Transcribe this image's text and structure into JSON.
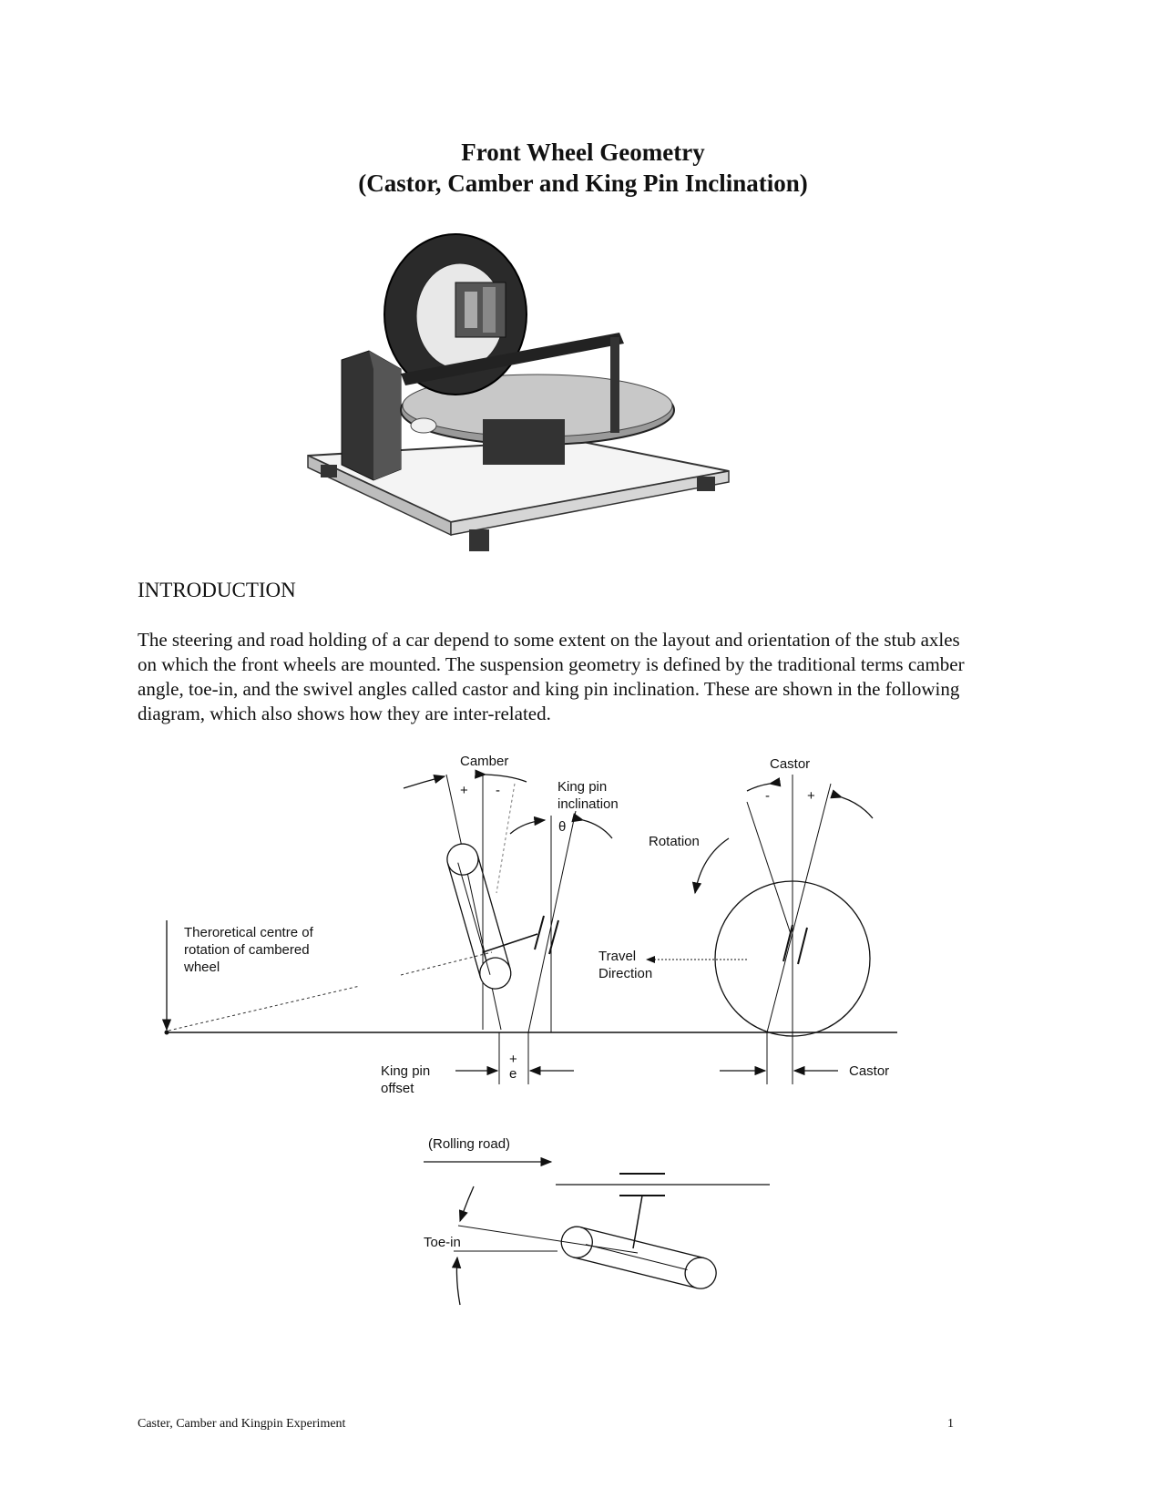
{
  "document": {
    "title_line1": "Front Wheel Geometry",
    "title_line2": "(Castor, Camber and King Pin Inclination)",
    "section_heading": "INTRODUCTION",
    "paragraph_lines": [
      "The steering and road holding of a car depend to some extent on the layout and orientation of the stub axles",
      "on which the front wheels are mounted. The suspension geometry is defined by the traditional terms camber",
      "angle, toe-in, and the swivel angles called castor and king pin inclination. These are shown in the following",
      "diagram, which also shows how they are inter-related."
    ],
    "footer_title": "Caster, Camber and Kingpin Experiment",
    "page_number": "1"
  },
  "diagram": {
    "camber_label": "Camber",
    "camber_plus": "+",
    "camber_minus": "-",
    "kingpin_inclination_line1": "King pin",
    "kingpin_inclination_line2": "inclination",
    "theta": "θ",
    "castor_top_label": "Castor",
    "castor_minus": "-",
    "castor_plus": "+",
    "rotation_label": "Rotation",
    "theoretical_line1": "Theroretical centre of",
    "theoretical_line2": "rotation of cambered",
    "theoretical_line3": "wheel",
    "travel_line1": "Travel",
    "travel_line2": "Direction",
    "kingpin_offset_line1": "King pin",
    "kingpin_offset_line2": "offset",
    "offset_plus": "+",
    "offset_e": "e",
    "castor_bottom_label": "Castor",
    "rolling_road": "(Rolling road)",
    "toe_in": "Toe-in"
  }
}
